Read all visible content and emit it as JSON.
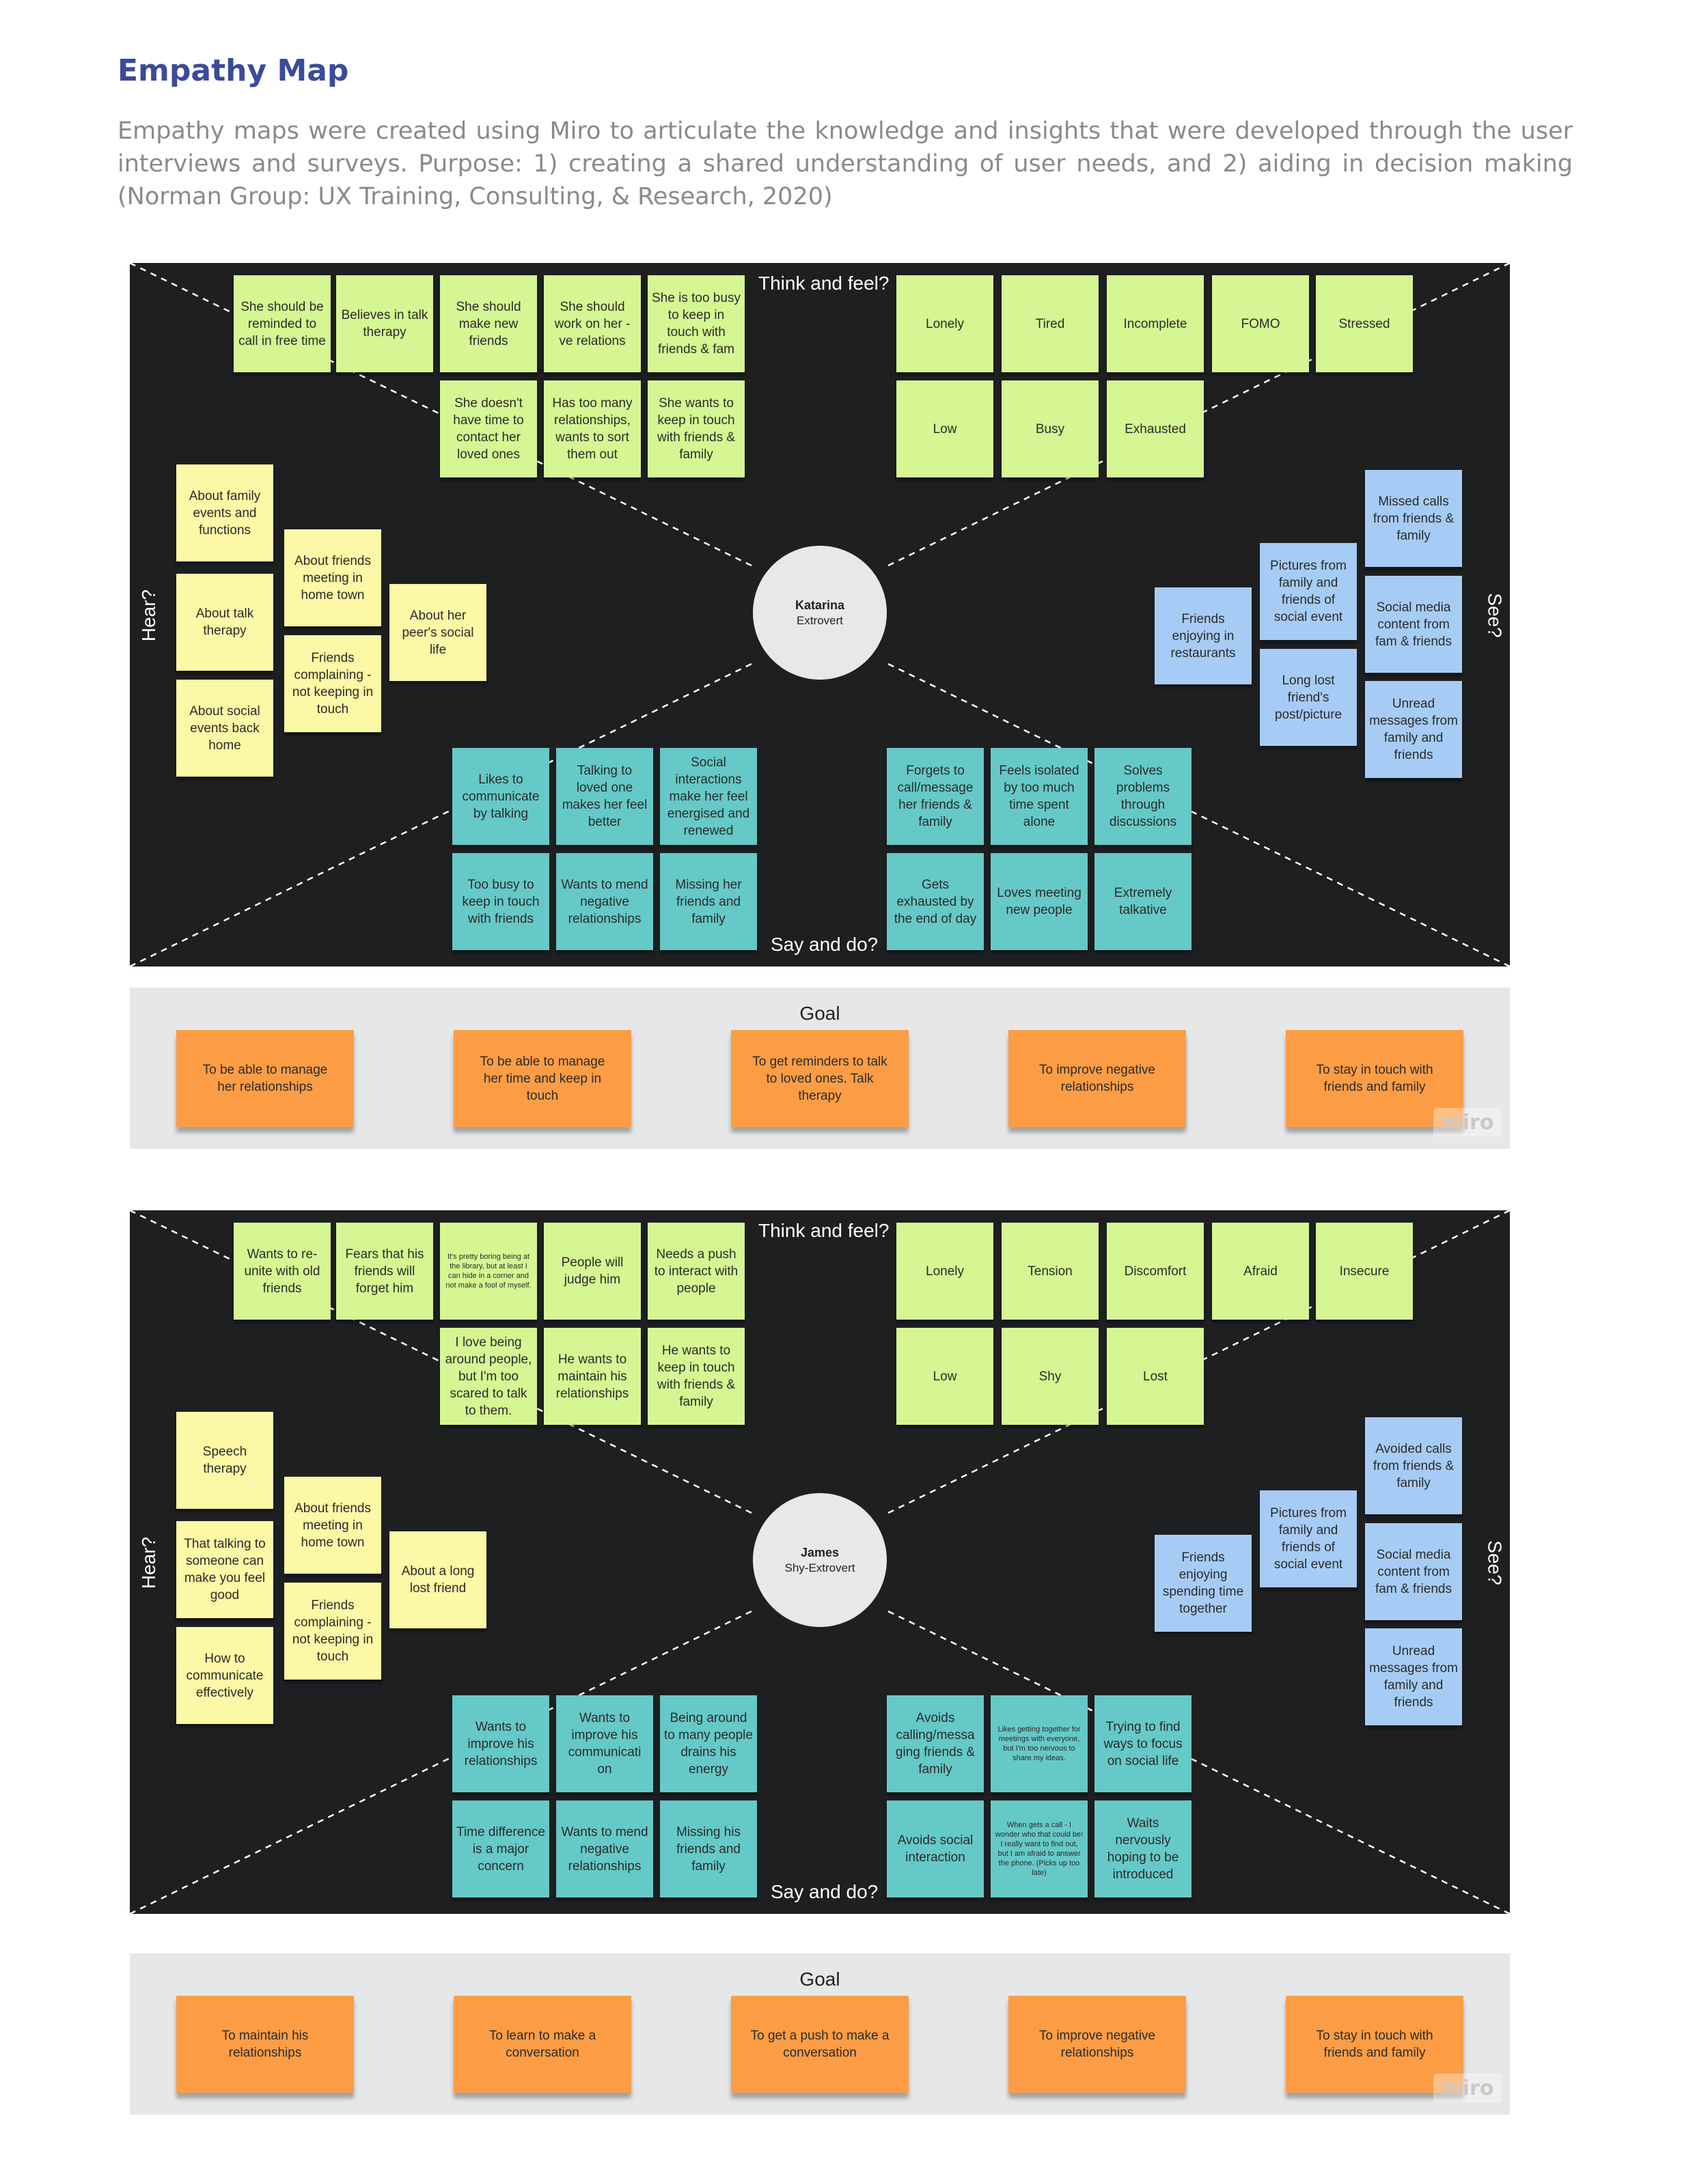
{
  "title": "Empathy Map",
  "description": "Empathy maps were created using Miro to articulate the knowledge and insights that were developed through the user interviews and surveys. Purpose: 1) creating a shared understanding of user needs, and 2) aiding in decision making (Norman Group: UX Training, Consulting, & Research, 2020)",
  "maps": [
    {
      "labels": {
        "think": "Think and feel?",
        "say": "Say and do?",
        "hear": "Hear?",
        "see": "See?"
      },
      "persona": {
        "name": "Katarina",
        "type": "Extrovert"
      },
      "think_thoughts": [
        "She should be reminded to call in free time",
        "Believes in talk therapy",
        "She should make new friends",
        "She should work on her -ve relations",
        "She is too busy to keep in touch with friends & fam",
        "She doesn't have time to contact her loved ones",
        "Has too many relationships, wants to sort them out",
        "She wants to keep in touch with friends & family"
      ],
      "think_feelings": [
        "Lonely",
        "Tired",
        "Incomplete",
        "FOMO",
        "Stressed",
        "Low",
        "Busy",
        "Exhausted"
      ],
      "hear": [
        "About family events and functions",
        "About friends meeting in home town",
        "About talk therapy",
        "About her peer's social life",
        "Friends complaining - not keeping in touch",
        "About social events back home"
      ],
      "see": [
        "Missed calls from friends & family",
        "Pictures from family and friends of social event",
        "Friends enjoying in restaurants",
        "Social media content from fam & friends",
        "Long lost friend's post/picture",
        "Unread messages from family and friends"
      ],
      "say_left": [
        "Likes to communicate by talking",
        "Talking to loved one makes her feel better",
        "Social interactions make her feel energised and renewed",
        "Too busy to keep in touch with friends",
        "Wants to mend negative relationships",
        "Missing her friends and family"
      ],
      "say_right": [
        "Forgets to call/message her friends & family",
        "Feels isolated by too much time spent alone",
        "Solves problems through discussions",
        "Gets exhausted by the end of day",
        "Loves meeting new people",
        "Extremely talkative"
      ],
      "goal_label": "Goal",
      "goals": [
        "To be able to manage her relationships",
        "To be able to manage her time and keep in touch",
        "To get reminders to talk to loved ones. Talk therapy",
        "To improve negative relationships",
        "To stay in touch with friends and family"
      ],
      "watermark": "miro"
    },
    {
      "labels": {
        "think": "Think and feel?",
        "say": "Say and do?",
        "hear": "Hear?",
        "see": "See?"
      },
      "persona": {
        "name": "James",
        "type": "Shy-Extrovert"
      },
      "think_thoughts": [
        "Wants to re-unite with old friends",
        "Fears that his friends will forget him",
        "It's pretty boring being at the library, but at least I can hide in a corner and not make a fool of myself.",
        "People will judge him",
        "Needs a push to interact with people",
        "I love being around people, but I'm too scared to talk to them.",
        "He wants to maintain his relationships",
        "He wants to keep in touch with friends & family"
      ],
      "think_feelings": [
        "Lonely",
        "Tension",
        "Discomfort",
        "Afraid",
        "Insecure",
        "Low",
        "Shy",
        "Lost"
      ],
      "hear": [
        "Speech therapy",
        "About friends meeting in home town",
        "That talking to someone can make you feel good",
        "About a long lost friend",
        "Friends complaining - not keeping in touch",
        "How to communicate effectively"
      ],
      "see": [
        "Avoided calls from friends & family",
        "Pictures from family and friends of social event",
        "Friends enjoying spending time together",
        "Social media content from fam & friends",
        "Unread messages from family and friends"
      ],
      "say_left": [
        "Wants to improve his relationships",
        "Wants to improve his communicati on",
        "Being around to many people drains his energy",
        "Time difference is a major concern",
        "Wants to mend negative relationships",
        "Missing his friends and family"
      ],
      "say_right": [
        "Avoids calling/messa ging friends & family",
        "Likes getting together for meetings with everyone, but I'm too nervous to share my ideas.",
        "Trying to find ways to focus on social life",
        "Avoids social interaction",
        "When gets a call - I wonder who that could be! I really want to find out, but I am afraid to answer the phone. (Picks up too late)",
        "Waits nervously hoping to be introduced"
      ],
      "goal_label": "Goal",
      "goals": [
        "To maintain his relationships",
        "To learn to make a conversation",
        "To get a push to make a conversation",
        "To improve negative relationships",
        "To stay in touch with friends and family"
      ],
      "watermark": "miro"
    }
  ]
}
